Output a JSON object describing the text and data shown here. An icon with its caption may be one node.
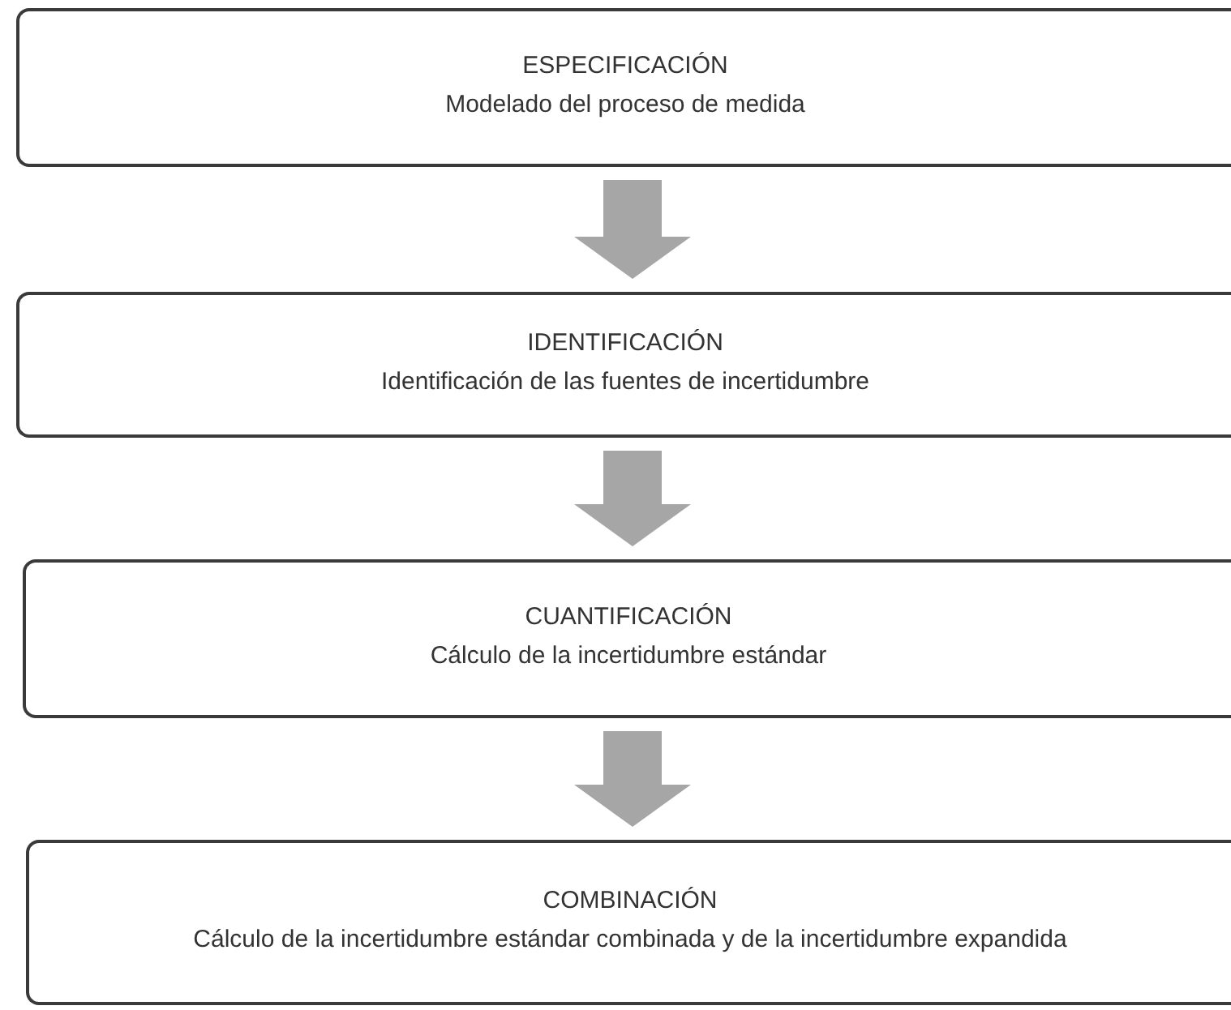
{
  "diagram": {
    "nodes": [
      {
        "text": [
          "ESPECIFICACIÓN",
          "Modelado del proceso de medida"
        ]
      },
      {
        "text": [
          "IDENTIFICACIÓN",
          "Identificación de las fuentes de incertidumbre"
        ]
      },
      {
        "text": [
          "CUANTIFICACIÓN",
          "Cálculo de la incertidumbre estándar"
        ]
      },
      {
        "text": [
          "COMBINACIÓN",
          "Cálculo de la incertidumbre estándar combinada y de la incertidumbre expandida"
        ]
      }
    ],
    "edges": [
      {
        "from": 0,
        "to": 1,
        "arrow": "to"
      },
      {
        "from": 1,
        "to": 2,
        "arrow": "to"
      },
      {
        "from": 2,
        "to": 3,
        "arrow": "to"
      }
    ]
  }
}
